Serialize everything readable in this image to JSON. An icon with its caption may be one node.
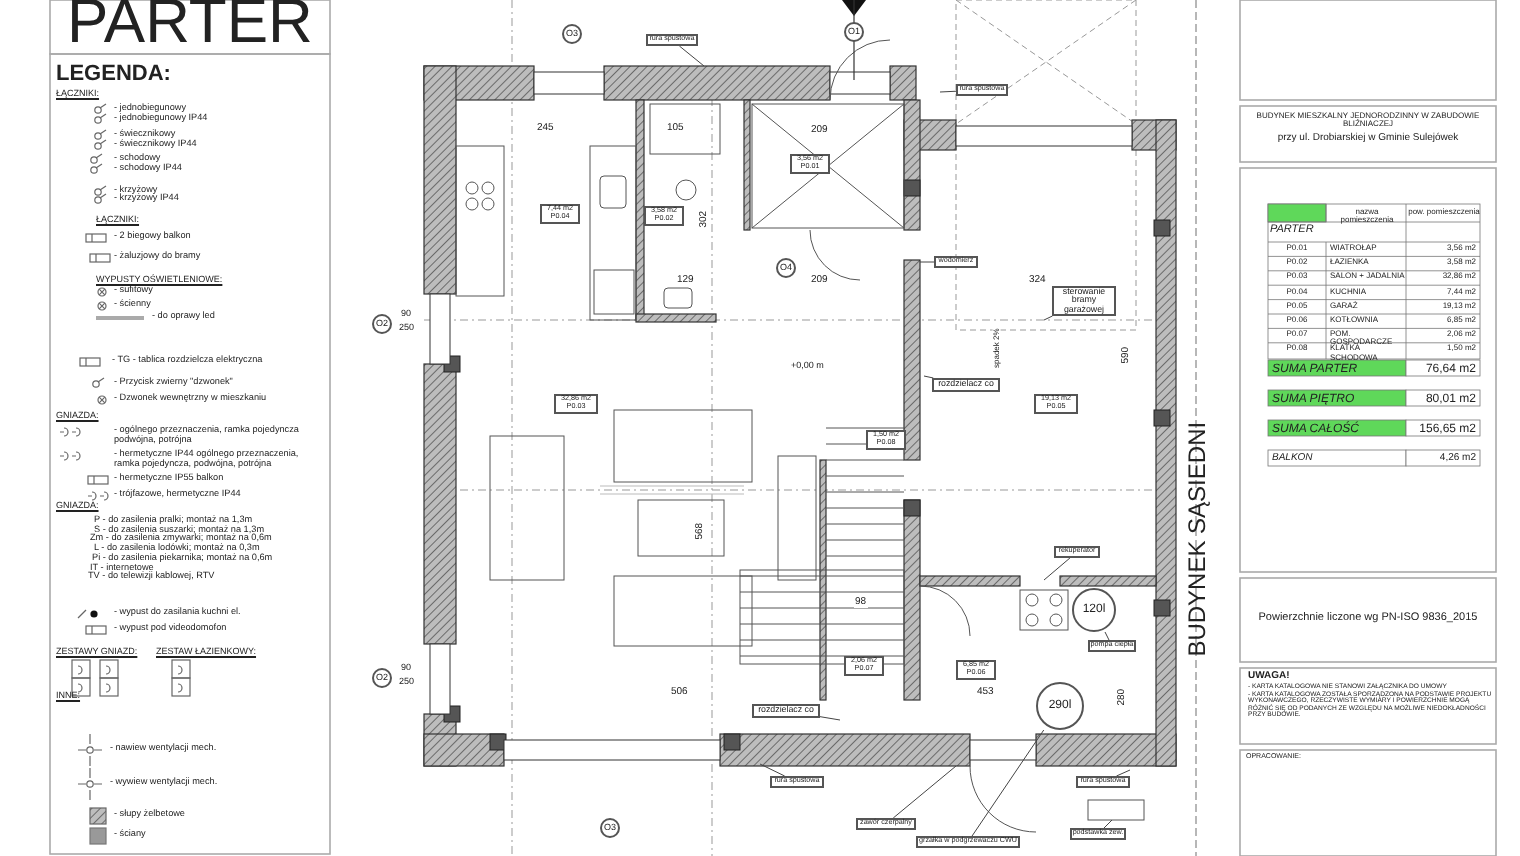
{
  "diagram": {
    "title": "PARTER",
    "nodes": [
      {
        "text": [
          "O3"
        ]
      },
      {
        "text": [
          "O1"
        ]
      },
      {
        "text": [
          "O2"
        ]
      },
      {
        "text": [
          "O2"
        ]
      },
      {
        "text": [
          "O3"
        ]
      },
      {
        "text": [
          "O4"
        ]
      },
      {
        "text": [
          "3,56 m2",
          "P0.01"
        ]
      },
      {
        "text": [
          "7,44 m2",
          "P0.04"
        ]
      },
      {
        "text": [
          "3,58 m2",
          "P0.02"
        ]
      },
      {
        "text": [
          "32,86 m2",
          "P0.03"
        ]
      },
      {
        "text": [
          "19,13 m2",
          "P0.05"
        ]
      },
      {
        "text": [
          "1,50 m2",
          "P0.08"
        ]
      },
      {
        "text": [
          "2,06 m2",
          "P0.07"
        ]
      },
      {
        "text": [
          "6,85 m2",
          "P0.06"
        ]
      },
      {
        "text": [
          "rura spustowa"
        ]
      },
      {
        "text": [
          "rura spustowa"
        ]
      },
      {
        "text": [
          "wodomierz"
        ]
      },
      {
        "text": [
          "sterowanie bramy garażowej"
        ]
      },
      {
        "text": [
          "rozdzielacz co"
        ]
      },
      {
        "text": [
          "rekuperator"
        ]
      },
      {
        "text": [
          "pompa ciepła"
        ]
      },
      {
        "text": [
          "rozdzielacz co"
        ]
      },
      {
        "text": [
          "rura spustowa"
        ]
      },
      {
        "text": [
          "rura spustowa"
        ]
      },
      {
        "text": [
          "zawór czerpalny"
        ]
      },
      {
        "text": [
          "grzałka w podgrzewaczu CWU"
        ]
      },
      {
        "text": [
          "podstawka zew."
        ]
      },
      {
        "text": [
          "120l"
        ]
      },
      {
        "text": [
          "290l"
        ]
      }
    ],
    "edges": [
      {
        "from": 14,
        "to": null,
        "arrow": "none"
      },
      {
        "from": 15,
        "to": null,
        "arrow": "none"
      },
      {
        "from": 16,
        "to": null,
        "arrow": "none"
      },
      {
        "from": 17,
        "to": null,
        "arrow": "none"
      },
      {
        "from": 18,
        "to": null,
        "arrow": "none"
      },
      {
        "from": 19,
        "to": null,
        "arrow": "none"
      },
      {
        "from": 20,
        "to": 27,
        "arrow": "none"
      },
      {
        "from": 21,
        "to": null,
        "arrow": "none"
      },
      {
        "from": 22,
        "to": null,
        "arrow": "none"
      },
      {
        "from": 23,
        "to": null,
        "arrow": "none"
      },
      {
        "from": 24,
        "to": null,
        "arrow": "none"
      },
      {
        "from": 25,
        "to": 28,
        "arrow": "none"
      },
      {
        "from": 26,
        "to": null,
        "arrow": "none"
      }
    ],
    "labels": [
      "LEGENDA:",
      "ŁĄCZNIKI:",
      "ŁĄCZNIKI:",
      "WYPUSTY OŚWIETLENIOWE:",
      "GNIAZDA:",
      "GNIAZDA:",
      "ZESTAWY GNIAZD:",
      "ZESTAW ŁAZIENKOWY:",
      "INNE:",
      "245",
      "105",
      "209",
      "302",
      "129",
      "209",
      "324",
      "+0,00 m",
      "590",
      "spadek 2%",
      "568",
      "98",
      "280",
      "506",
      "453",
      "90",
      "250",
      "90",
      "250",
      "BUDYNEK SĄSIEDNI",
      "BUDYNEK MIESZKALNY JEDNORODZINNY W ZABUDOWIE BLIŹNIACZEJ",
      "przy ul. Drobiarskiej  w Gminie Sulejówek",
      "nazwa pomieszczenia",
      "pow. pomieszczenia",
      "PARTER",
      "P0.01",
      "WIATROŁAP",
      "3,56 m2",
      "P0.02",
      "ŁAZIENKA",
      "3,58 m2",
      "P0.03",
      "SALON + JADALNIA",
      "32,86 m2",
      "P0.04",
      "KUCHNIA",
      "7,44 m2",
      "P0.05",
      "GARAŻ",
      "19,13 m2",
      "P0.06",
      "KOTŁOWNIA",
      "6,85 m2",
      "P0.07",
      "POM. GOSPODARCZE",
      "2,06 m2",
      "P0.08",
      "KLATKA SCHODOWA",
      "1,50 m2",
      "SUMA PARTER",
      "76,64 m2",
      "SUMA PIĘTRO",
      "80,01 m2",
      "SUMA CAŁOŚĆ",
      "156,65 m2",
      "BALKON",
      "4,26 m2",
      "Powierzchnie liczone wg PN-ISO 9836_2015",
      "UWAGA!",
      "- KARTA KATALOGOWA NIE STANOWI ZAŁĄCZNIKA DO UMOWY",
      "- KARTA KATALOGOWA ZOSTAŁA SPORZĄDZONA NA PODSTAWIE PROJEKTU WYKONAWCZEGO, RZECZYWISTE WYMIARY I POWIERZCHNIE MOGĄ RÓŻNIĆ SIĘ OD PODANYCH ZE WZGLĘDU NA MOŻLIWE NIEDOKŁADNOŚCI PRZY BUDOWIE.",
      "OPRACOWANIE:"
    ],
    "legend": [
      {
        "text": "- jednobiegunowy"
      },
      {
        "text": "- jednobiegunowy IP44"
      },
      {
        "text": "- świecznikowy"
      },
      {
        "text": "- świecznikowy IP44"
      },
      {
        "text": "- schodowy"
      },
      {
        "text": "- schodowy IP44"
      },
      {
        "text": "- krzyżowy"
      },
      {
        "text": "- krzyżowy IP44"
      },
      {
        "text": "- 2 biegowy  balkon"
      },
      {
        "text": "- żaluzjowy do bramy"
      },
      {
        "text": "- sufitowy"
      },
      {
        "text": "- ścienny"
      },
      {
        "text": "- do oprawy led"
      },
      {
        "text": "- TG - tablica rozdzielcza elektryczna"
      },
      {
        "text": "- Przycisk zwierny \"dzwonek\""
      },
      {
        "text": "- Dzwonek wewnętrzny w mieszkaniu"
      },
      {
        "text": "- ogólnego przeznaczenia, ramka pojedyncza podwójna, potrójna"
      },
      {
        "text": "- hermetyczne IP44 ogólnego przeznaczenia, ramka pojedyncza, podwójna, potrójna"
      },
      {
        "text": "- hermetyczne IP55 balkon"
      },
      {
        "text": "- trójfazowe, hermetyczne IP44"
      },
      {
        "text": "P - do zasilenia pralki; montaż na 1,3m"
      },
      {
        "text": "S - do zasilenia suszarki; montaż na 1,3m"
      },
      {
        "text": "Zm - do zasilenia zmywarki; montaż na 0,6m"
      },
      {
        "text": "L - do zasilenia lodówki; montaż na 0,3m"
      },
      {
        "text": "Pi - do zasilenia piekarnika; montaż na 0,6m"
      },
      {
        "text": "IT - internetowe"
      },
      {
        "text": "TV - do telewizji kablowej,  RTV"
      },
      {
        "text": "- wypust do zasilania kuchni el."
      },
      {
        "text": "- wypust pod videodomofon"
      },
      {
        "text": "- nawiew wentylacji mech."
      },
      {
        "text": "- wywiew wentylacji mech."
      },
      {
        "text": "- słupy żelbetowe"
      },
      {
        "text": "- ściany"
      }
    ]
  }
}
